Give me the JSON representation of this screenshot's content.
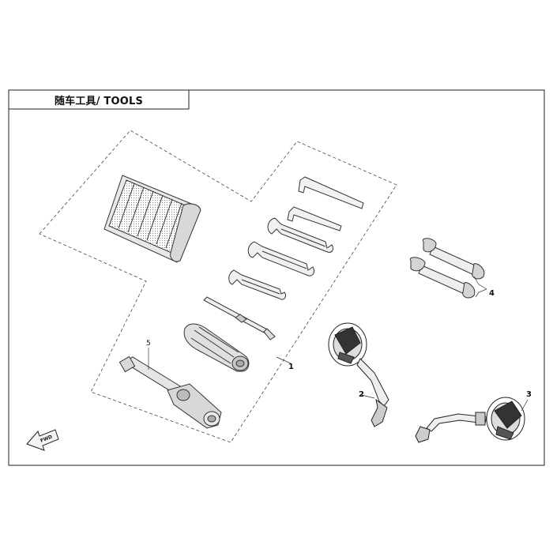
{
  "header": {
    "title": "随车工具/ TOOLS"
  },
  "callouts": [
    {
      "label": "1"
    },
    {
      "label": "2"
    },
    {
      "label": "3"
    },
    {
      "label": "4"
    },
    {
      "label": "5"
    }
  ],
  "fwd_label": "FWD"
}
